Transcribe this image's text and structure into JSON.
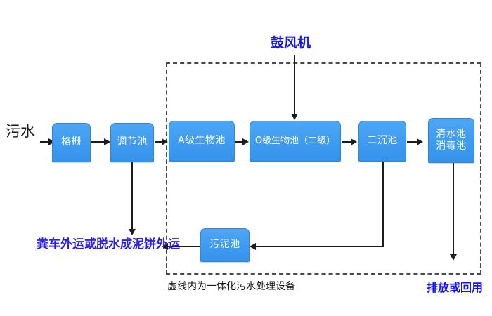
{
  "diagram": {
    "type": "process-flow",
    "title_caption": "虚线内为一体化污水处理设备",
    "colors": {
      "node_fill": "#3d9bf0",
      "node_text": "#ffffff",
      "arrow": "#1c1c1c",
      "blue_label": "#1414ff",
      "violet_label": "#2a1ef0",
      "dashed_border": "#4a4a4a"
    },
    "nodes": [
      {
        "id": "grid",
        "label": "格栅"
      },
      {
        "id": "regulate",
        "label": "调节池"
      },
      {
        "id": "a_tank",
        "label": "A级生物池"
      },
      {
        "id": "o_tank",
        "label": "O级生物池（二级）"
      },
      {
        "id": "settler",
        "label": "二沉池"
      },
      {
        "id": "clearwater",
        "label": "清水池\n消毒池"
      },
      {
        "id": "sludge",
        "label": "污泥池"
      }
    ],
    "labels": {
      "inlet": "污水",
      "blower": "鼓风机",
      "sludge_disposal": "粪车外运或脱水成泥饼外运",
      "effluent": "排放或回用",
      "enclosure_caption": "虚线内为一体化污水处理设备"
    }
  }
}
